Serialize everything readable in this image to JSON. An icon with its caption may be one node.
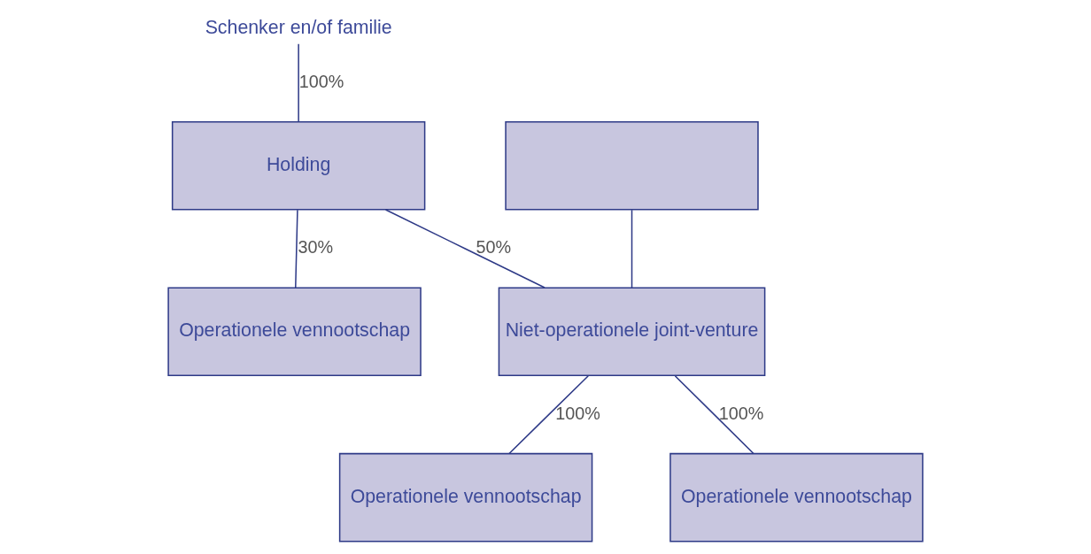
{
  "diagram": {
    "nodes": [
      {
        "text": [
          "Schenker en/of familie"
        ]
      },
      {
        "text": [
          "Holding"
        ]
      },
      {
        "text": [],
        "shape": "box"
      },
      {
        "text": [
          "Operationele vennootschap"
        ]
      },
      {
        "text": [
          "Niet-operationele joint-venture"
        ]
      },
      {
        "text": [
          "Operationele vennootschap"
        ]
      },
      {
        "text": [
          "Operationele vennootschap"
        ]
      }
    ],
    "edges": [
      {
        "from": 0,
        "to": 1,
        "arrow": "none",
        "label": "100%"
      },
      {
        "from": 1,
        "to": 3,
        "arrow": "none",
        "label": "30%"
      },
      {
        "from": 1,
        "to": 4,
        "arrow": "none",
        "label": "50%"
      },
      {
        "from": 2,
        "to": 4,
        "arrow": "none"
      },
      {
        "from": 4,
        "to": 5,
        "arrow": "none",
        "label": "100%"
      },
      {
        "from": 4,
        "to": 6,
        "arrow": "none",
        "label": "100%"
      }
    ]
  }
}
